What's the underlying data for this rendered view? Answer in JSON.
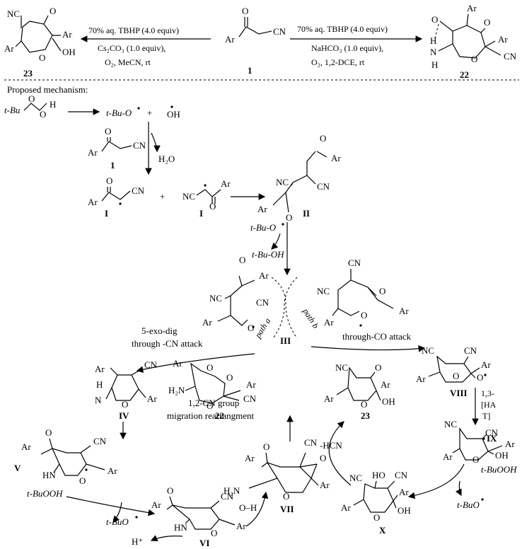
{
  "top": {
    "reagent_left_1": "70% aq. TBHP (4.0 equiv)",
    "reagent_left_2": "Cs₂CO₃ (1.0 equiv),",
    "reagent_left_3": "O₂, MeCN, rt",
    "reagent_right_1": "70% aq. TBHP (4.0 equiv)",
    "reagent_right_2": "NaHCO₃ (1.0 equiv),",
    "reagent_right_3": "O₂, 1,2-DCE, rt",
    "cmpd_23": "23",
    "cmpd_1": "1",
    "cmpd_22": "22"
  },
  "mechanism": {
    "heading": "Proposed mechanism:",
    "tbu_oo_h": "t-Bu",
    "tbu_o_rad": "t-Bu-O",
    "oh_rad": "OH",
    "plus": "+",
    "h2o": "H₂O",
    "lbl_1": "1",
    "lbl_I": "I",
    "lbl_II": "II",
    "lbl_III": "III",
    "tbuoh": "t-Bu-OH",
    "path_a": "path a",
    "path_b": "path b",
    "exo_1": "5-exo-dig",
    "exo_2": "through -CN attack",
    "co_attack": "through-CO attack",
    "lbl_IV": "IV",
    "lbl_V": "V",
    "lbl_VI": "VI",
    "lbl_VII": "VII",
    "lbl_VIII": "VIII",
    "lbl_IX": "IX",
    "lbl_X": "X",
    "lbl_22": "22",
    "lbl_23": "23",
    "rearr_1": "1,2-CN group",
    "rearr_2": "migration rearrangment",
    "hat_1": "1,3-",
    "hat_2": "[HA",
    "hat_3": "T]",
    "hcn": "-HCN",
    "tbuooh_1": "t-BuOOH",
    "tbuooh_2": "t-BuOOH",
    "tbuo_1": "t-BuO",
    "tbuo_2": "t-BuO",
    "hplus": "H⁺"
  },
  "atoms": {
    "ar": "Ar",
    "cn": "CN",
    "nc": "NC",
    "o": "O",
    "oh": "OH",
    "h": "H",
    "n": "N",
    "h2n": "H₂N",
    "hn": "HN",
    "ho": "HO",
    "o_h": "O–H"
  }
}
